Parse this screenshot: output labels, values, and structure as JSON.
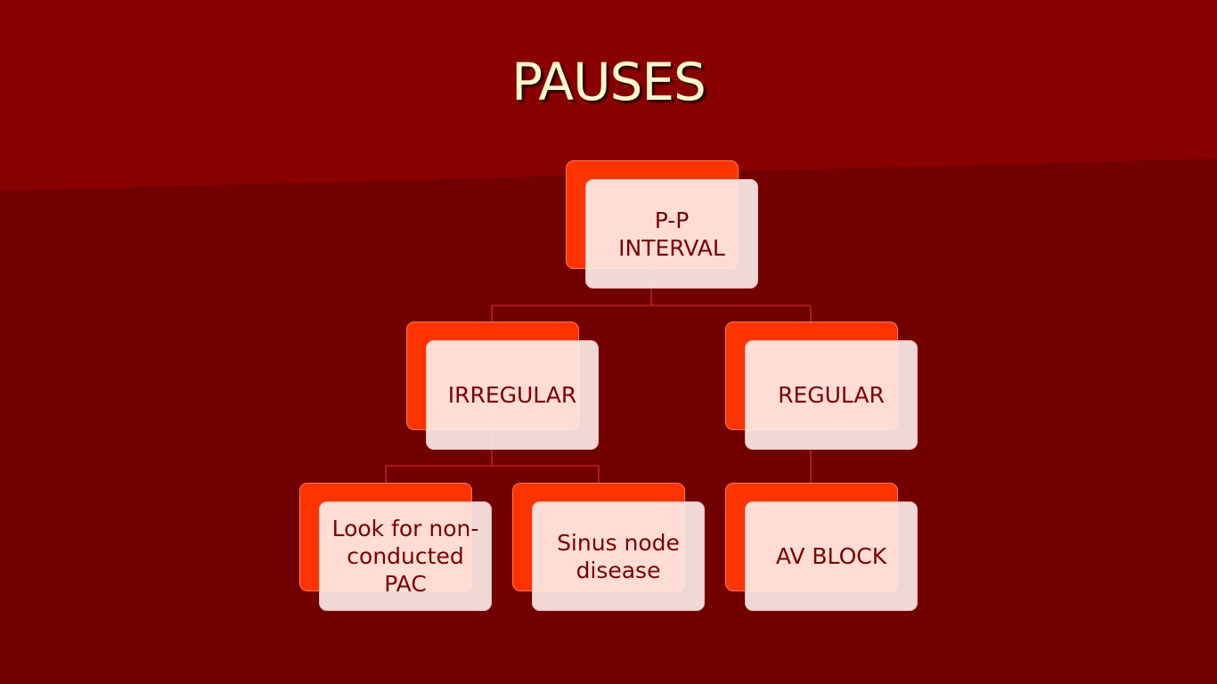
{
  "slide": {
    "title": "PAUSES"
  },
  "diagram": {
    "root": {
      "label": "P-P\nINTERVAL"
    },
    "level2": [
      {
        "label": "IRREGULAR"
      },
      {
        "label": "REGULAR"
      }
    ],
    "level3": [
      {
        "label": "Look for non-\nconducted\nPAC"
      },
      {
        "label": "Sinus node\ndisease"
      },
      {
        "label": "AV BLOCK"
      }
    ]
  },
  "colors": {
    "background": "#730000",
    "accent": "#ff3300",
    "box_fill": "#fff0ec",
    "text": "#7a0000",
    "title": "#fff8cc"
  }
}
